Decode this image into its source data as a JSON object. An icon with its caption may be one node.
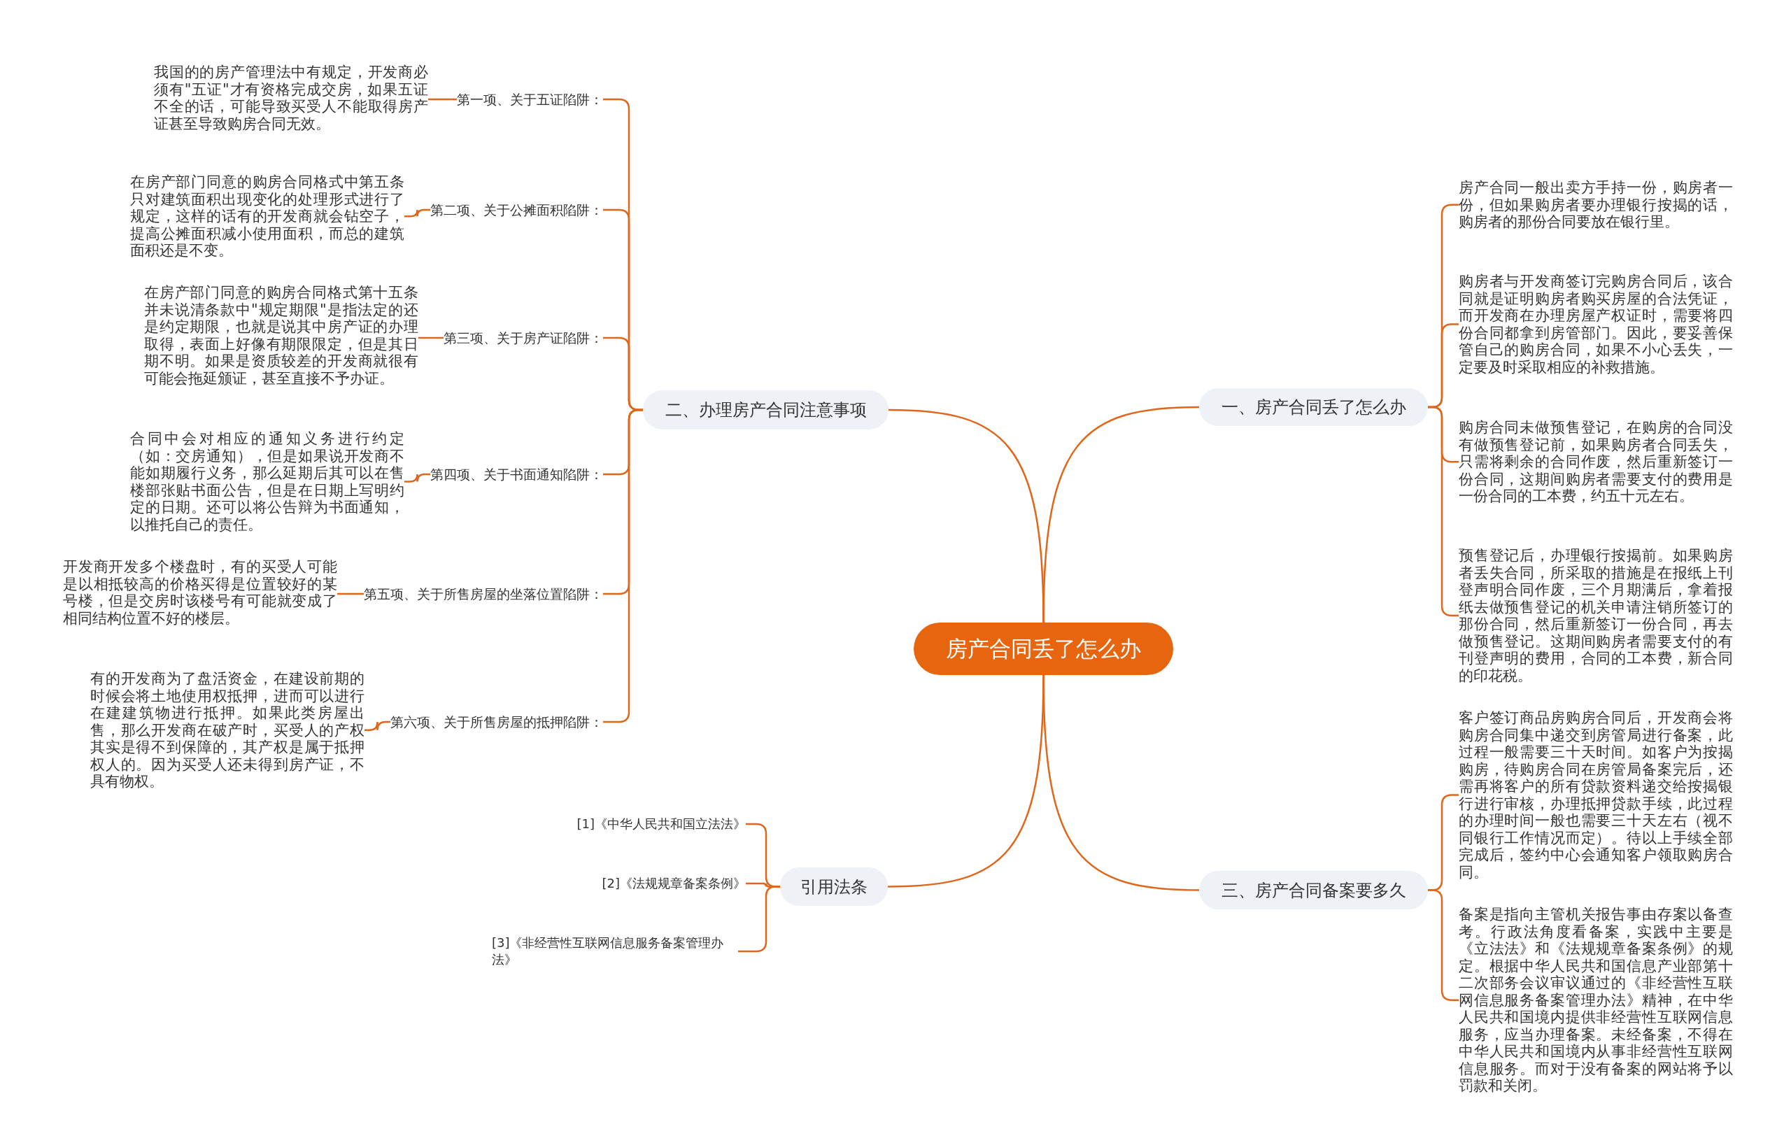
{
  "diagram": {
    "nodes": [
      {
        "text": [
          "房产合同丢了怎么办"
        ]
      },
      {
        "text": [
          "一、房产合同丢了怎么办"
        ]
      },
      {
        "text": [
          "房产合同一般出卖方手持一份，购房者一份，但如果购房者要办理银行按揭的话，购房者的那份合同要放在银行里。"
        ]
      },
      {
        "text": [
          "购房者与开发商签订完购房合同后，该合同就是证明购房者购买房屋的合法凭证，而开发商在办理房屋产权证时，需要将四份合同都拿到房管部门。因此，要妥善保管自己的购房合同，如果不小心丢失，一定要及时采取相应的补救措施。"
        ]
      },
      {
        "text": [
          "购房合同未做预售登记，在购房的合同没有做预售登记前，如果购房者合同丢失，只需将剩余的合同作废，然后重新签订一份合同，这期间购房者需要支付的费用是一份合同的工本费，约五十元左右。"
        ]
      },
      {
        "text": [
          "预售登记后，办理银行按揭前。如果购房者丢失合同，所采取的措施是在报纸上刊登声明合同作废，三个月期满后，拿着报纸去做预售登记的机关申请注销所签订的那份合同，然后重新签订一份合同，再去做预售登记。这期间购房者需要支付的有刊登声明的费用，合同的工本费，新合同的印花税。"
        ]
      },
      {
        "text": [
          "三、房产合同备案要多久"
        ]
      },
      {
        "text": [
          "客户签订商品房购房合同后，开发商会将购房合同集中递交到房管局进行备案，此过程一般需要三十天时间。如客户为按揭购房，待购房合同在房管局备案完后，还需再将客户的所有贷款资料递交给按揭银行进行审核，办理抵押贷款手续，此过程的办理时间一般也需要三十天左右（视不同银行工作情况而定）。待以上手续全部完成后，签约中心会通知客户领取购房合同。"
        ]
      },
      {
        "text": [
          "备案是指向主管机关报告事由存案以备查考。行政法角度看备案，实践中主要是《立法法》和《法规规章备案条例》的规定。根据中华人民共和国信息产业部第十二次部务会议审议通过的《非经营性互联网信息服务备案管理办法》精神，在中华人民共和国境内提供非经营性互联网信息服务，应当办理备案。未经备案，不得在中华人民共和国境内从事非经营性互联网信息服务。而对于没有备案的网站将予以罚款和关闭。"
        ]
      },
      {
        "text": [
          "二、办理房产合同注意事项"
        ]
      },
      {
        "text": [
          "第一项、关于五证陷阱："
        ]
      },
      {
        "text": [
          "我国的的房产管理法中有规定，开发商必须有\"五证\"才有资格完成交房，如果五证不全的话，可能导致买受人不能取得房产证甚至导致购房合同无效。"
        ]
      },
      {
        "text": [
          "第二项、关于公摊面积陷阱："
        ]
      },
      {
        "text": [
          "在房产部门同意的购房合同格式中第五条只对建筑面积出现变化的处理形式进行了规定，这样的话有的开发商就会钻空子，提高公摊面积减小使用面积，而总的建筑面积还是不变。"
        ]
      },
      {
        "text": [
          "第三项、关于房产证陷阱："
        ]
      },
      {
        "text": [
          "在房产部门同意的购房合同格式第十五条并未说清条款中\"规定期限\"是指法定的还是约定期限，也就是说其中房产证的办理取得，表面上好像有期限限定，但是其日期不明。如果是资质较差的开发商就很有可能会拖延颁证，甚至直接不予办证。"
        ]
      },
      {
        "text": [
          "第四项、关于书面通知陷阱："
        ]
      },
      {
        "text": [
          "合同中会对相应的通知义务进行约定（如：交房通知），但是如果说开发商不能如期履行义务，那么延期后其可以在售楼部张贴书面公告，但是在日期上写明约定的日期。还可以将公告辩为书面通知，以推托自己的责任。"
        ]
      },
      {
        "text": [
          "第五项、关于所售房屋的坐落位置陷阱："
        ]
      },
      {
        "text": [
          "开发商开发多个楼盘时，有的买受人可能是以相抵较高的价格买得是位置较好的某号楼，但是交房时该楼号有可能就变成了相同结构位置不好的楼层。"
        ]
      },
      {
        "text": [
          "第六项、关于所售房屋的抵押陷阱："
        ]
      },
      {
        "text": [
          "有的开发商为了盘活资金，在建设前期的时候会将土地使用权抵押，进而可以进行在建建筑物进行抵押。如果此类房屋出售，那么开发商在破产时，买受人的产权其实是得不到保障的，其产权是属于抵押权人的。因为买受人还未得到房产证，不具有物权。"
        ]
      },
      {
        "text": [
          "引用法条"
        ]
      },
      {
        "text": [
          "[1]《中华人民共和国立法法》"
        ]
      },
      {
        "text": [
          "[2]《法规规章备案条例》"
        ]
      },
      {
        "text": [
          "[3]《非经营性互联网信息服务备案管理办法》"
        ]
      }
    ],
    "edges": [
      {
        "from": 0,
        "to": 1,
        "arrow": "none"
      },
      {
        "from": 0,
        "to": 6,
        "arrow": "none"
      },
      {
        "from": 0,
        "to": 9,
        "arrow": "none"
      },
      {
        "from": 0,
        "to": 22,
        "arrow": "none"
      },
      {
        "from": 1,
        "to": 2,
        "arrow": "none"
      },
      {
        "from": 1,
        "to": 3,
        "arrow": "none"
      },
      {
        "from": 1,
        "to": 4,
        "arrow": "none"
      },
      {
        "from": 1,
        "to": 5,
        "arrow": "none"
      },
      {
        "from": 6,
        "to": 7,
        "arrow": "none"
      },
      {
        "from": 6,
        "to": 8,
        "arrow": "none"
      },
      {
        "from": 9,
        "to": 10,
        "arrow": "none"
      },
      {
        "from": 10,
        "to": 11,
        "arrow": "none"
      },
      {
        "from": 9,
        "to": 12,
        "arrow": "none"
      },
      {
        "from": 12,
        "to": 13,
        "arrow": "none"
      },
      {
        "from": 9,
        "to": 14,
        "arrow": "none"
      },
      {
        "from": 14,
        "to": 15,
        "arrow": "none"
      },
      {
        "from": 9,
        "to": 16,
        "arrow": "none"
      },
      {
        "from": 16,
        "to": 17,
        "arrow": "none"
      },
      {
        "from": 9,
        "to": 18,
        "arrow": "none"
      },
      {
        "from": 18,
        "to": 19,
        "arrow": "none"
      },
      {
        "from": 9,
        "to": 20,
        "arrow": "none"
      },
      {
        "from": 20,
        "to": 21,
        "arrow": "none"
      },
      {
        "from": 22,
        "to": 23,
        "arrow": "none"
      },
      {
        "from": 22,
        "to": 24,
        "arrow": "none"
      },
      {
        "from": 22,
        "to": 25,
        "arrow": "none"
      }
    ]
  }
}
